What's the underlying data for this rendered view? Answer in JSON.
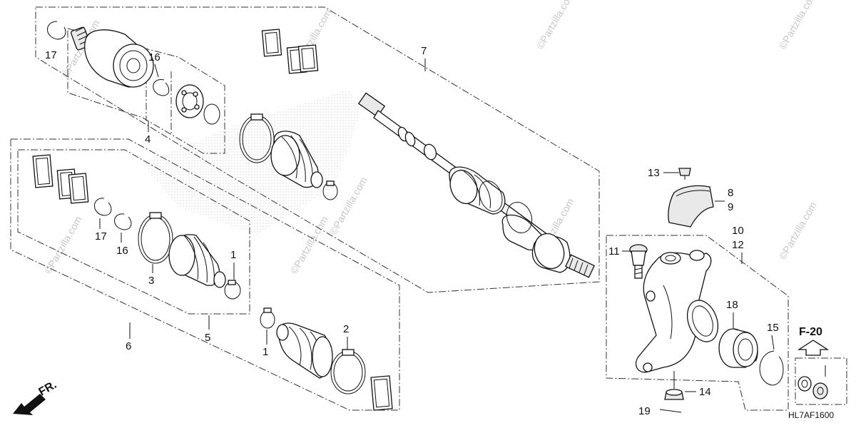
{
  "diagram": {
    "watermark_text": "©Partzilla.com",
    "diagram_code": "HL7AF1600",
    "front_label": "FR.",
    "ref_label": "F-20",
    "callouts": {
      "c1a": "1",
      "c1b": "1",
      "c2": "2",
      "c3": "3",
      "c4": "4",
      "c5": "5",
      "c6": "6",
      "c7": "7",
      "c8": "8",
      "c9": "9",
      "c10": "10",
      "c11": "11",
      "c12": "12",
      "c13": "13",
      "c14": "14",
      "c15": "15",
      "c16a": "16",
      "c16b": "16",
      "c17a": "17",
      "c17b": "17",
      "c18": "18",
      "c19": "19"
    }
  }
}
